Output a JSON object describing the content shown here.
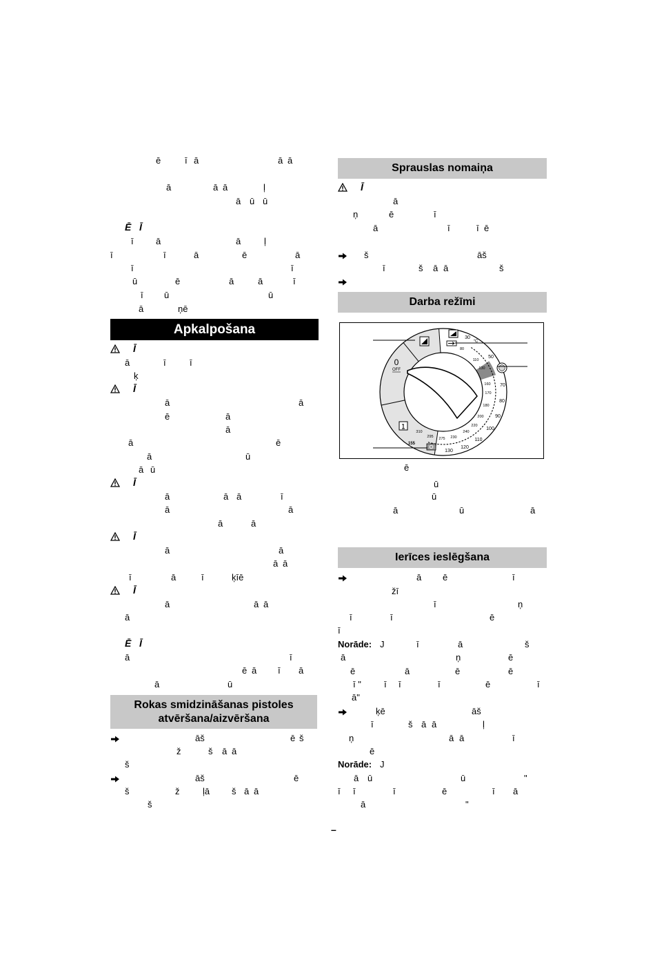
{
  "headings": {
    "apkalposana": "Apkalpošana",
    "rokas_pistole_line1": "Rokas smidzināšanas pistoles",
    "rokas_pistole_line2": "atvēršana/aizvēršana",
    "sprauslas": "Sprauslas nomaiņa",
    "darba": "Darba režīmi",
    "ierices": "Ierīces ieslēgšana"
  },
  "left_column": {
    "lines": [
      [
        "ē",
        "ī",
        "ā",
        "ā",
        "ā"
      ],
      [
        "ā",
        "ā",
        "ā",
        "ļ"
      ],
      [
        "ā",
        "ū",
        "ū"
      ],
      [
        "Ē",
        "Ī"
      ],
      [
        "ī",
        "ā",
        "ā",
        "ļ"
      ],
      [
        "ī",
        "ī",
        "ā",
        "ē",
        "ā"
      ],
      [
        "ī",
        "ī"
      ],
      [
        "ū",
        "ē",
        "ā",
        "ā",
        "ī"
      ],
      [
        "ī",
        "ū",
        "ū"
      ],
      [
        "ā",
        "ņē"
      ],
      [
        "Ī"
      ],
      [
        "ā",
        "ī",
        "ī"
      ],
      [
        "ķ"
      ],
      [
        "Ī"
      ],
      [
        "ā",
        "ā"
      ],
      [
        "ē",
        "ā"
      ],
      [
        "ā"
      ],
      [
        "ā",
        "ē"
      ],
      [
        "ā",
        "ū"
      ],
      [
        "ā",
        "ū"
      ],
      [
        "Ī"
      ],
      [
        "ā",
        "ā",
        "ā",
        "ī"
      ],
      [
        "ā",
        "ā"
      ],
      [
        "ā",
        "ā"
      ],
      [
        "Ī"
      ],
      [
        "ā",
        "ā"
      ],
      [
        "ā",
        "ā"
      ],
      [
        "ī",
        "ā",
        "ī",
        "ķīē"
      ],
      [
        "Ī"
      ],
      [
        "ā",
        "ā",
        "ā"
      ],
      [
        "ā"
      ],
      [
        "Ē",
        "Ī"
      ],
      [
        "ā",
        "ī"
      ],
      [
        "ē",
        "ā",
        "ī",
        "ā"
      ],
      [
        "ā",
        "ū"
      ],
      [
        "āš",
        "ē",
        "š"
      ],
      [
        "ž",
        "š",
        "ā",
        "ā"
      ],
      [
        "š"
      ],
      [
        "āš",
        "ē"
      ],
      [
        "š",
        "ž",
        "ļā",
        "š",
        "ā",
        "ā"
      ],
      [
        "š"
      ]
    ]
  },
  "right_column": {
    "lines": [
      [
        "Ī"
      ],
      [
        "ā"
      ],
      [
        "ņ",
        "ē",
        "ī"
      ],
      [
        "ā",
        "ī",
        "ī",
        "ē"
      ],
      [
        "š",
        "āš"
      ],
      [
        "ī",
        "š",
        "ā",
        "ā",
        "š"
      ],
      [
        "ē"
      ],
      [
        "ū"
      ],
      [
        "ū"
      ],
      [
        "ā",
        "ū",
        "ā"
      ],
      [
        "ā",
        "ē",
        "ī"
      ],
      [
        "žī"
      ],
      [
        "ī",
        "ņ"
      ],
      [
        "ī",
        "ī",
        "ē"
      ],
      [
        "ī"
      ],
      [
        "Norāde:",
        "J",
        "ī",
        "ā",
        "š"
      ],
      [
        "ā",
        "ņ",
        "ē"
      ],
      [
        "ē",
        "ā",
        "ē",
        "ē"
      ],
      [
        "ī \"",
        "ī",
        "ī",
        "ī",
        "ē",
        "ī"
      ],
      [
        "ā\""
      ],
      [
        "ķē",
        "āš"
      ],
      [
        "ī",
        "š",
        "ā",
        "ā",
        "ļ"
      ],
      [
        "ņ",
        "ā",
        "ā",
        "ī"
      ],
      [
        "ē"
      ],
      [
        "Norāde:",
        "J"
      ],
      [
        "ā",
        "ū",
        "ū",
        "\""
      ],
      [
        "ī",
        "ī",
        "ī",
        "ē",
        "ī",
        "ā"
      ],
      [
        "ā",
        "\""
      ]
    ]
  },
  "diagram": {
    "off_position": {
      "zero": "0",
      "off": "OFF"
    },
    "unit": "°C",
    "outer_scale": [
      "30",
      "50",
      "70",
      "80",
      "90",
      "100",
      "110",
      "120",
      "130"
    ],
    "inner_scale": [
      "80",
      "110",
      "130",
      "160",
      "170",
      "180",
      "200",
      "220",
      "240",
      "230",
      "275",
      "295",
      "310",
      "155"
    ],
    "icons": [
      "pressure-mode-icon",
      "spray-mode-icon",
      "info-icon",
      "steam-icon",
      "indicator-lamp-icon"
    ]
  },
  "footer": {
    "dash": "–"
  },
  "icons": {
    "warning": "warning-icon",
    "bullet": "arrow-bullet-icon"
  },
  "colors": {
    "heading_bar": "#000000",
    "section_box": "#c8c8c8",
    "dial_sector": "#e3e3e3",
    "dial_dark_sector": "#8a8a8a"
  }
}
